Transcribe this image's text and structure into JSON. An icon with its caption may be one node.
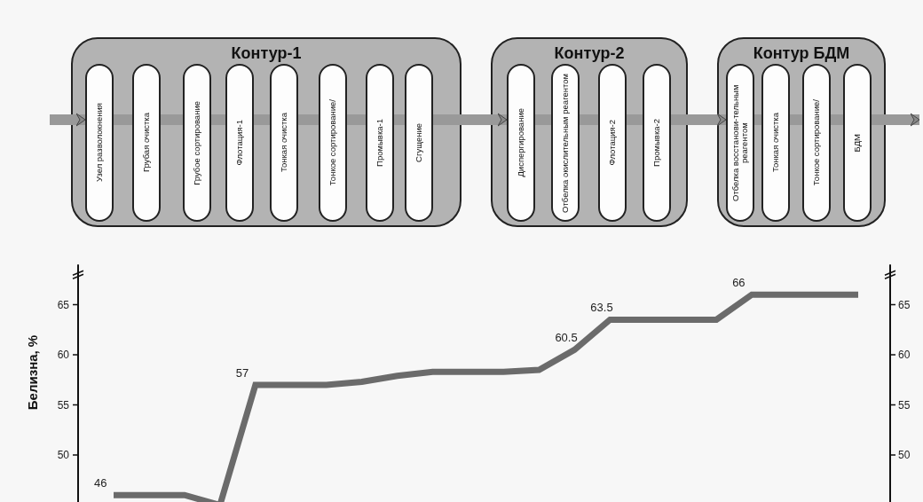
{
  "diagram": {
    "nodes": [
      {
        "text": [
          "Контур-1"
        ]
      },
      {
        "text": [
          "Узел разволокнения"
        ],
        "in": 0
      },
      {
        "text": [
          "Грубая очистка"
        ],
        "in": 0
      },
      {
        "text": [
          "Грубое сортирование"
        ],
        "in": 0
      },
      {
        "text": [
          "Флотация-1"
        ],
        "in": 0
      },
      {
        "text": [
          "Тонкая очистка"
        ],
        "in": 0
      },
      {
        "text": [
          "Тонкое сортирование/"
        ],
        "in": 0
      },
      {
        "text": [
          "Промывка-1"
        ],
        "in": 0
      },
      {
        "text": [
          "Сгущение"
        ],
        "in": 0
      },
      {
        "text": [
          "Контур-2"
        ]
      },
      {
        "text": [
          "Диспергирование"
        ],
        "in": 9
      },
      {
        "text": [
          "Отбелка окислительным реагентом"
        ],
        "in": 9
      },
      {
        "text": [
          "Флотация-2"
        ],
        "in": 9
      },
      {
        "text": [
          "Промывка-2"
        ],
        "in": 9
      },
      {
        "text": [
          "Контур БДМ"
        ]
      },
      {
        "text": [
          "Отбелка восстанови-тельным реагентом"
        ],
        "in": 14
      },
      {
        "text": [
          "Тонкая очистка"
        ],
        "in": 14
      },
      {
        "text": [
          "Тонкое сортирование/"
        ],
        "in": 14
      },
      {
        "text": [
          "БДМ"
        ],
        "in": 14
      }
    ],
    "edges": [
      {
        "from": null,
        "to": 1,
        "arrow": "to"
      },
      {
        "from": 1,
        "to": 2,
        "arrow": "none"
      },
      {
        "from": 2,
        "to": 3,
        "arrow": "none"
      },
      {
        "from": 3,
        "to": 4,
        "arrow": "none"
      },
      {
        "from": 4,
        "to": 5,
        "arrow": "none"
      },
      {
        "from": 5,
        "to": 6,
        "arrow": "none"
      },
      {
        "from": 6,
        "to": 7,
        "arrow": "none"
      },
      {
        "from": 7,
        "to": 8,
        "arrow": "none"
      },
      {
        "from": 8,
        "to": 10,
        "arrow": "to"
      },
      {
        "from": 10,
        "to": 11,
        "arrow": "none"
      },
      {
        "from": 11,
        "to": 12,
        "arrow": "none"
      },
      {
        "from": 12,
        "to": 13,
        "arrow": "none"
      },
      {
        "from": 13,
        "to": 15,
        "arrow": "to"
      },
      {
        "from": 15,
        "to": 16,
        "arrow": "none"
      },
      {
        "from": 16,
        "to": 17,
        "arrow": "none"
      },
      {
        "from": 17,
        "to": 18,
        "arrow": "none"
      },
      {
        "from": 18,
        "to": null,
        "arrow": "to"
      }
    ],
    "labels": [
      "65",
      "60",
      "55",
      "50"
    ],
    "chart_data": {
      "type": "line",
      "ylabel": "Белизна, %",
      "ylim": [
        44,
        69
      ],
      "yticks": [
        50,
        55,
        60,
        65
      ],
      "series": [
        {
          "color": "#6b6b6b",
          "values": [
            46,
            46,
            46,
            45,
            57,
            57,
            57,
            57.3,
            57.9,
            58.3,
            58.3,
            58.3,
            58.5,
            60.5,
            63.5,
            63.5,
            63.5,
            63.5,
            66,
            66,
            66,
            66
          ]
        }
      ],
      "value_labels": [
        "46",
        null,
        null,
        null,
        "57",
        null,
        null,
        null,
        null,
        null,
        null,
        null,
        null,
        "60.5",
        "63.5",
        null,
        null,
        null,
        "66",
        null,
        null,
        null
      ]
    }
  }
}
